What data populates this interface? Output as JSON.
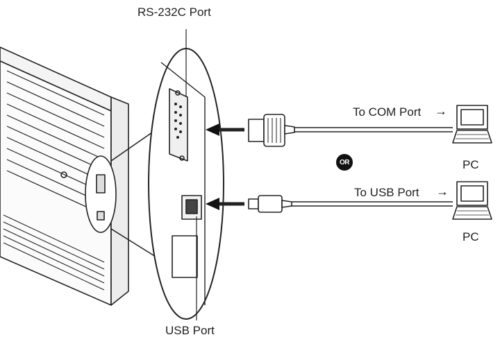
{
  "labels": {
    "rs232c_port": "RS-232C Port",
    "usb_port": "USB Port",
    "to_com_port": "To COM Port",
    "to_usb_port": "To USB Port",
    "pc_top": "PC",
    "pc_bottom": "PC",
    "or": "OR"
  },
  "icons": {
    "right_arrow": "→"
  }
}
